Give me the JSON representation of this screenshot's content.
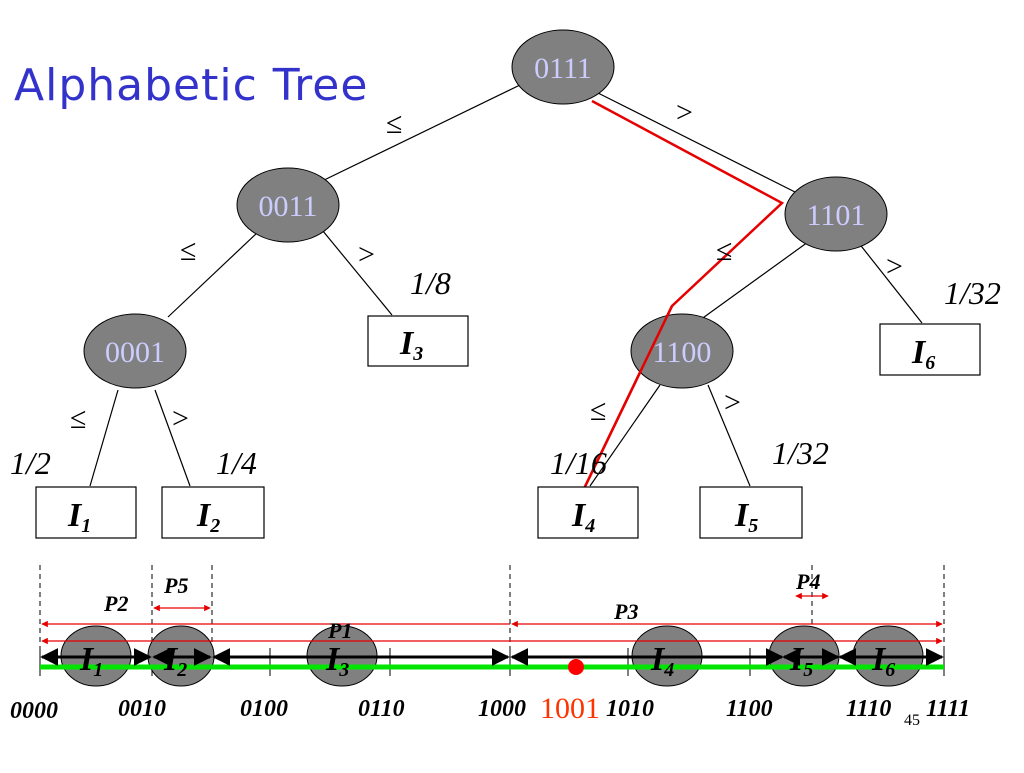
{
  "title": "Alphabetic Tree",
  "slide_number": "45",
  "colors": {
    "title": "#3333cc",
    "node_fill": "#808080",
    "node_text": "#ccccff",
    "search_path": "#e60000",
    "interval_bar": "#00e600",
    "range_arrow": "#e60000",
    "query": "#ff3300"
  },
  "internal_nodes": [
    {
      "id": "root",
      "label": "0111"
    },
    {
      "id": "n0011",
      "label": "0011"
    },
    {
      "id": "n1101",
      "label": "1101"
    },
    {
      "id": "n0001",
      "label": "0001"
    },
    {
      "id": "n1100",
      "label": "1100"
    }
  ],
  "edge_labels": {
    "le": "≤",
    "gt": ">"
  },
  "leaves": [
    {
      "id": "I1",
      "main": "I",
      "sub": "1",
      "prob": "1/2"
    },
    {
      "id": "I2",
      "main": "I",
      "sub": "2",
      "prob": "1/4"
    },
    {
      "id": "I3",
      "main": "I",
      "sub": "3",
      "prob": "1/8"
    },
    {
      "id": "I4",
      "main": "I",
      "sub": "4",
      "prob": "1/16"
    },
    {
      "id": "I5",
      "main": "I",
      "sub": "5",
      "prob": "1/32"
    },
    {
      "id": "I6",
      "main": "I",
      "sub": "6",
      "prob": "1/32"
    }
  ],
  "number_line": {
    "ticks": [
      "0000",
      "0010",
      "0100",
      "0110",
      "1000",
      "1010",
      "1100",
      "1110",
      "1111"
    ],
    "query_value": "1001",
    "intervals": [
      {
        "main": "I",
        "sub": "1"
      },
      {
        "main": "I",
        "sub": "2"
      },
      {
        "main": "I",
        "sub": "3"
      },
      {
        "main": "I",
        "sub": "4"
      },
      {
        "main": "I",
        "sub": "5"
      },
      {
        "main": "I",
        "sub": "6"
      }
    ],
    "ranges": [
      {
        "label": "P1"
      },
      {
        "label": "P2"
      },
      {
        "label": "P3"
      },
      {
        "label": "P4"
      },
      {
        "label": "P5"
      }
    ]
  }
}
